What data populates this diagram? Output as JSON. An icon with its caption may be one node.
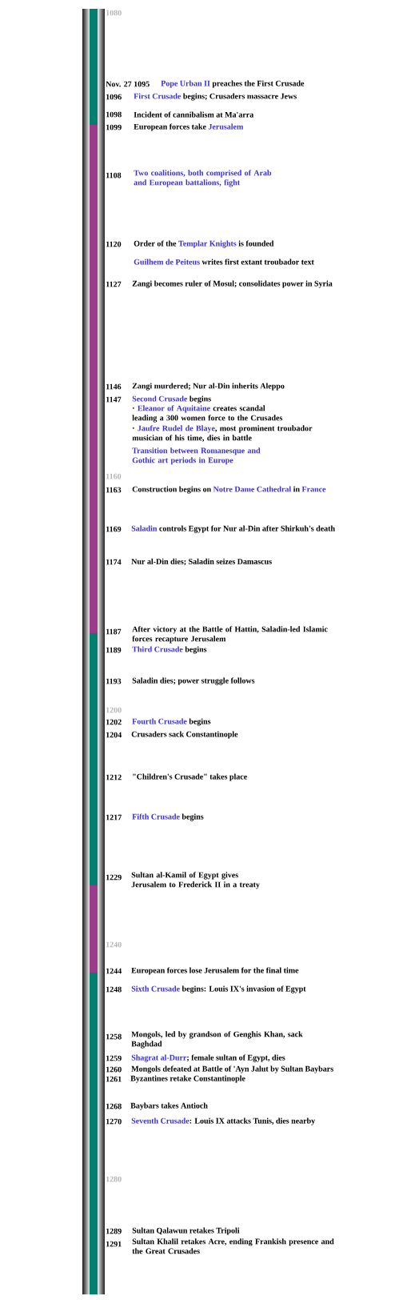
{
  "diagram": {
    "labels": [
      "1080",
      "Nov. 27 1095",
      "Pope Urban II",
      "preaches the First Crusade",
      "1096",
      "First Crusade",
      "begins; Crusaders massacre Jews",
      "1098",
      "Incident of cannibalism at Ma'arra",
      "1099",
      "European forces take",
      "Jerusalem",
      "1108",
      "Two coalitions, both comprised of Arab and European battalions, fight",
      "1120",
      "Order of the",
      "Templar Knights",
      "is founded",
      "Guilhem de Peiteus",
      "writes first extant troubador text",
      "1127",
      "Zangi becomes ruler of Mosul; consolidates power in Syria",
      "1146",
      "Zangi murdered; Nur al-Din inherits Aleppo",
      "1147",
      "Second Crusade",
      "begins",
      "·",
      "Eleanor of Aquitaine",
      "creates scandal leading a 300 women force to the Crusades",
      "·",
      "Jaufre Rudel de Blaye",
      ", most prominent troubador musician of his time, dies in battle",
      "Transition between Romanesque and Gothic art periods in Europe",
      "1160",
      "1163",
      "Construction begins on",
      "Notre Dame Cathedral",
      "in",
      "France",
      "1169",
      "Saladin",
      "controls Egypt for Nur al-Din after Shirkuh's death",
      "1174",
      "Nur al-Din dies; Saladin seizes Damascus",
      "1187",
      "After victory at the Battle of Hattin, Saladin-led Islamic forces recapture Jerusalem",
      "1189",
      "Third Crusade",
      "begins",
      "1193",
      "Saladin dies; power struggle follows",
      "1200",
      "1202",
      "Fourth Crusade",
      "begins",
      "1204",
      "Crusaders sack Constantinople",
      "1212",
      "\"Children's Crusade\" takes place",
      "1217",
      "Fifth Crusade",
      "begins",
      "1229",
      "Sultan al-Kamil of Egypt gives Jerusalem to Frederick II in a treaty",
      "1240",
      "1244",
      "European forces lose Jerusalem for the final time",
      "1248",
      "Sixth Crusade",
      "begins: Louis IX's invasion of Egypt",
      "1258",
      "Mongols, led by grandson of Genghis Khan, sack Baghdad",
      "1259",
      "Shagrat al-Durr",
      "; female sultan of Egypt, dies",
      "1260",
      "Mongols defeated at Battle of 'Ayn Jalut by Sultan Baybars",
      "1261",
      "Byzantines retake Constantinople",
      "1268",
      "Baybars takes Antioch",
      "1270",
      "Seventh Crusade",
      ": Louis IX attacks Tunis, dies nearby",
      "1280",
      "1289",
      "Sultan Qalawun retakes Tripoli",
      "1291",
      "Sultan Khalil retakes Acre, ending Frankish presence and the Great Crusades"
    ]
  }
}
